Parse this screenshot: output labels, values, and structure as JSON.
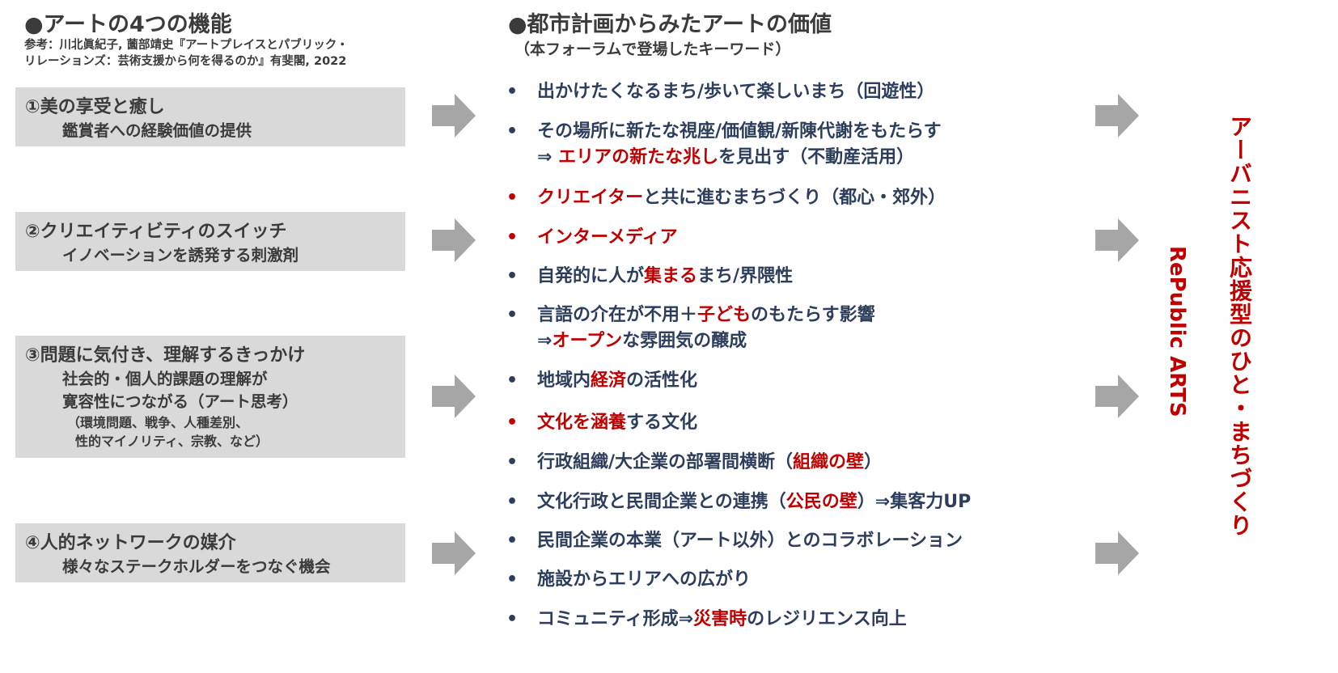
{
  "left": {
    "title": "●アートの4つの機能",
    "reference_line1": "参考：川北眞紀子, 薗部靖史『アートプレイスとパブリック・",
    "reference_line2": "リレーションズ：芸術支援から何を得るのか』有斐閣, 2022",
    "functions": [
      {
        "head": "①美の享受と癒し",
        "sub": [
          "鑑賞者への経験価値の提供"
        ]
      },
      {
        "head": "②クリエイティビティのスイッチ",
        "sub": [
          "イノベーションを誘発する刺激剤"
        ]
      },
      {
        "head": "③問題に気付き、理解するきっかけ",
        "sub": [
          "社会的・個人的課題の理解が",
          "寛容性につながる（アート思考）"
        ],
        "notes": [
          "（環境問題、戦争、人種差別、",
          "性的マイノリティ、宗教、など）"
        ]
      },
      {
        "head": "④人的ネットワークの媒介",
        "sub": [
          "様々なステークホルダーをつなぐ機会"
        ]
      }
    ]
  },
  "middle": {
    "title": "●都市計画からみたアートの価値",
    "subtitle": "（本フォーラムで登場したキーワード）",
    "bullet_char": "•",
    "items": [
      {
        "red_dot": false,
        "parts": [
          {
            "t": "出かけたくなるまち/歩いて楽しいまち（回遊性）",
            "red": false
          }
        ]
      },
      {
        "red_dot": false,
        "parts": [
          {
            "t": "その場所に新たな視座/価値観/新陳代謝をもたらす",
            "red": false
          }
        ],
        "parts2": [
          {
            "t": "⇒ ",
            "red": false
          },
          {
            "t": "エリアの新たな兆し",
            "red": true
          },
          {
            "t": "を見出す（不動産活用）",
            "red": false
          }
        ]
      },
      {
        "red_dot": true,
        "parts": [
          {
            "t": "クリエイター",
            "red": true
          },
          {
            "t": "と共に進むまちづくり（都心・郊外）",
            "red": false
          }
        ]
      },
      {
        "red_dot": true,
        "parts": [
          {
            "t": "インターメディア",
            "red": true
          }
        ]
      },
      {
        "red_dot": false,
        "parts": [
          {
            "t": "自発的に人が",
            "red": false
          },
          {
            "t": "集まる",
            "red": true
          },
          {
            "t": "まち/界隈性",
            "red": false
          }
        ]
      },
      {
        "red_dot": false,
        "parts": [
          {
            "t": "言語の介在が不用＋",
            "red": false
          },
          {
            "t": "子ども",
            "red": true
          },
          {
            "t": "のもたらす影響",
            "red": false
          }
        ],
        "parts2": [
          {
            "t": "⇒",
            "red": false
          },
          {
            "t": "オープン",
            "red": true
          },
          {
            "t": "な雰囲気の醸成",
            "red": false
          }
        ]
      },
      {
        "red_dot": false,
        "parts": [
          {
            "t": "地域内",
            "red": false
          },
          {
            "t": "経済",
            "red": true
          },
          {
            "t": "の活性化",
            "red": false
          }
        ]
      },
      {
        "red_dot": true,
        "parts": [
          {
            "t": "文化を涵養",
            "red": true
          },
          {
            "t": "する文化",
            "red": false
          }
        ]
      },
      {
        "red_dot": false,
        "parts": [
          {
            "t": "行政組織/大企業の部署間横断（",
            "red": false
          },
          {
            "t": "組織の壁",
            "red": true
          },
          {
            "t": "）",
            "red": false
          }
        ]
      },
      {
        "red_dot": false,
        "parts": [
          {
            "t": "文化行政と民間企業との連携（",
            "red": false
          },
          {
            "t": "公民の壁",
            "red": true
          },
          {
            "t": "）⇒集客力UP",
            "red": false
          }
        ]
      },
      {
        "red_dot": false,
        "parts": [
          {
            "t": "民間企業の本業（アート以外）とのコラボレーション",
            "red": false
          }
        ]
      },
      {
        "red_dot": false,
        "parts": [
          {
            "t": "施設からエリアへの広がり",
            "red": false
          }
        ]
      },
      {
        "red_dot": false,
        "parts": [
          {
            "t": "コミュニティ形成⇒",
            "red": false
          },
          {
            "t": "災害時",
            "red": true
          },
          {
            "t": "のレジリエンス向上",
            "red": false
          }
        ]
      }
    ]
  },
  "right": {
    "vertical_main": "アーバニスト応援型のひと・まちづくり",
    "vertical_sub": "RePublic ARTS"
  },
  "colors": {
    "text_dark": "#3b3b3b",
    "text_navy": "#2d3e5c",
    "accent_red": "#c00000",
    "box_gray": "#d9d9d9",
    "arrow_gray": "#a6a6a6"
  }
}
